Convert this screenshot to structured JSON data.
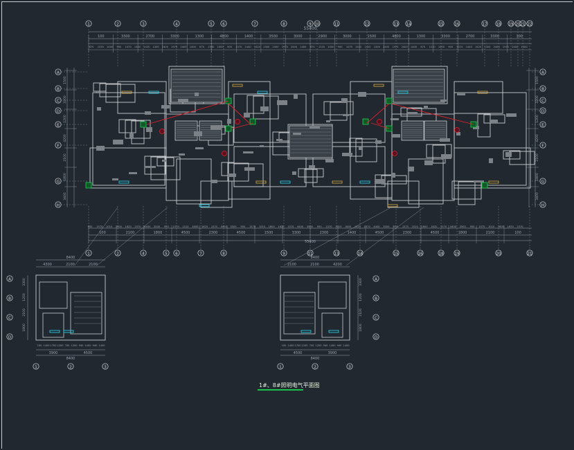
{
  "drawing": {
    "title": "1#、8#照明电气平面图",
    "total_dimension": "55400",
    "lower_total_dimension": "55400",
    "colors": {
      "background": "#212830",
      "wall": "#c8ccd0",
      "dimension": "#9aa4ad",
      "axis_bubble": "#d6dade",
      "wiring_red": "#e0202a",
      "device_green": "#1fd24a",
      "device_cyan": "#28c8e0",
      "window_yellow": "#c8a040",
      "hatch_gray": "#7c8288"
    },
    "top_axis_labels": [
      "1",
      "2",
      "3",
      "4",
      "5",
      "6",
      "7",
      "8",
      "9",
      "10",
      "11",
      "12",
      "13",
      "14",
      "15",
      "16",
      "17",
      "18",
      "19",
      "20",
      "21",
      "22"
    ],
    "bottom_axis_labels": [
      "1",
      "2",
      "4",
      "5",
      "6",
      "7",
      "8",
      "9",
      "11",
      "13",
      "14",
      "15",
      "16",
      "18",
      "19",
      "20",
      "21"
    ],
    "left_axis_labels": [
      "A",
      "B",
      "C",
      "D",
      "E",
      "F",
      "G",
      "H"
    ],
    "right_axis_labels": [
      "A",
      "B",
      "C",
      "D",
      "E",
      "F",
      "G",
      "H"
    ],
    "top_dims_row1": [
      "100",
      "3300",
      "2700",
      "3300",
      "1300",
      "4800",
      "1400",
      "3500",
      "3000",
      "2900",
      "3000",
      "1500",
      "4800",
      "1300",
      "3300",
      "2700",
      "3300",
      "100"
    ],
    "bottom_dims_row1": [
      "100",
      "2100",
      "1800",
      "4500",
      "2300",
      "4500",
      "1500",
      "3300",
      "2300",
      "1400",
      "4500",
      "2300",
      "4500",
      "1800",
      "2100",
      "100"
    ],
    "left_dims": [
      "1500",
      "3200",
      "1200",
      "4200",
      "2100",
      "1800",
      "3400"
    ],
    "right_dims": [
      "1500",
      "3200",
      "1200",
      "4200",
      "2100",
      "1800",
      "3400"
    ],
    "detail_left": {
      "top_dims": [
        "4300",
        "2100",
        "2100"
      ],
      "total": "8400",
      "bottom_dims": [
        "3900",
        "4500"
      ],
      "bottom_total": "8400",
      "left_dims": [
        "3300",
        "1200",
        "2100",
        "1800"
      ],
      "axis_labels_left": [
        "A",
        "B",
        "C",
        "D"
      ],
      "axis_labels_bottom": [
        "1",
        "2",
        "3"
      ]
    },
    "detail_right": {
      "top_dims": [
        "2100",
        "2100",
        "4200"
      ],
      "total": "8400",
      "bottom_dims": [
        "4500",
        "3900"
      ],
      "bottom_total": "8400",
      "right_dims": [
        "3300",
        "1200",
        "2100",
        "1800"
      ],
      "axis_labels_right": [
        "A",
        "B",
        "C",
        "D"
      ],
      "axis_labels_bottom": [
        "1",
        "2",
        "3"
      ]
    }
  }
}
